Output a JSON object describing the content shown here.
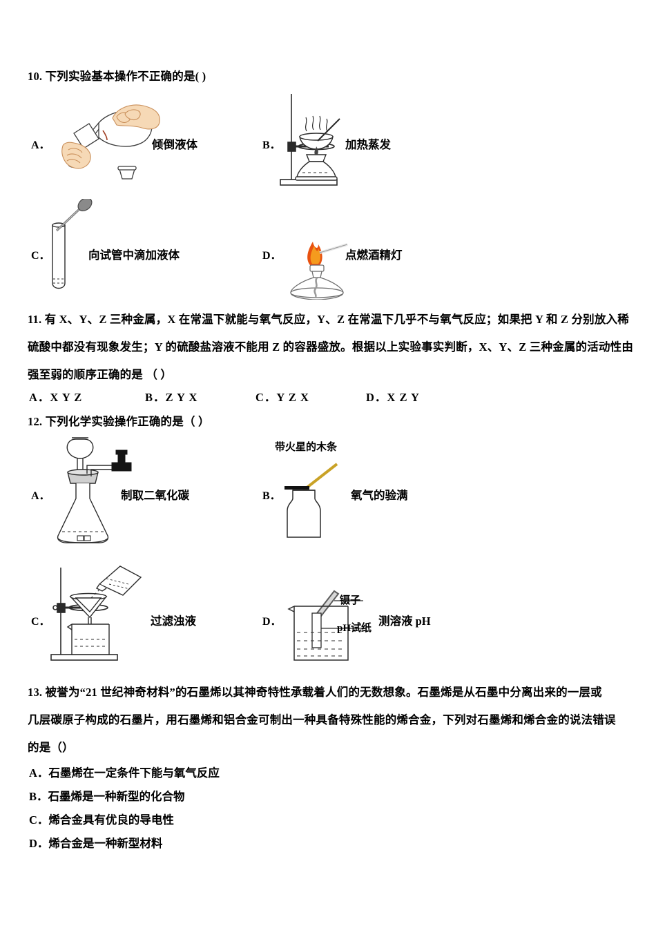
{
  "document": {
    "type": "chemistry-exam-page",
    "language": "zh-CN"
  },
  "questions": [
    {
      "number": "10.",
      "stem": "下列实验基本操作不正确的是(  )",
      "options": [
        {
          "letter": "A．",
          "caption": "倾倒液体",
          "figure": "pouring-liquid-from-bottle-to-test-tube"
        },
        {
          "letter": "B．",
          "caption": "加热蒸发",
          "figure": "evaporating-dish-on-ring-stand-with-alcohol-lamp"
        },
        {
          "letter": "C．",
          "caption": "向试管中滴加液体",
          "figure": "test-tube-with-dropper-inserted"
        },
        {
          "letter": "D．",
          "caption": "点燃酒精灯",
          "figure": "lighting-alcohol-lamp-with-match"
        }
      ]
    },
    {
      "number": "11.",
      "stem_lines": [
        "有 X、Y、Z 三种金属，X 在常温下就能与氧气反应，Y、Z 在常温下几乎不与氧气反应；如果把 Y 和 Z 分别放入稀",
        "硫酸中都没有现象发生；Y 的硫酸盐溶液不能用 Z 的容器盛放。根据以上实验事实判断，X、Y、Z 三种金属的活动性由",
        "强至弱的顺序正确的是 （ ）"
      ],
      "options": [
        {
          "letter": "A．",
          "text": "X Y Z"
        },
        {
          "letter": "B．",
          "text": "Z Y X"
        },
        {
          "letter": "C．",
          "text": "Y Z X"
        },
        {
          "letter": "D．",
          "text": "X Z Y"
        }
      ]
    },
    {
      "number": "12.",
      "stem": "下列化学实验操作正确的是（      ）",
      "options": [
        {
          "letter": "A．",
          "caption": "制取二氧化碳",
          "figure": "conical-flask-with-thistle-funnel-and-stopcock"
        },
        {
          "letter": "B．",
          "caption": "氧气的验满",
          "figure": "gas-jar-with-glowing-splint",
          "annotation": "带火星的木条"
        },
        {
          "letter": "C．",
          "caption": "过滤浊液",
          "figure": "filtration-funnel-on-ring-stand-with-beaker"
        },
        {
          "letter": "D．",
          "caption": "测溶液 pH",
          "figure": "tweezers-holding-ph-paper-in-beaker",
          "annotations": [
            "镊子",
            "pH试纸"
          ]
        }
      ]
    },
    {
      "number": "13.",
      "stem_lines": [
        "被誉为“21 世纪神奇材料”的石墨烯以其神奇特性承载着人们的无数想象。石墨烯是从石墨中分离出来的一层或",
        "几层碳原子构成的石墨片，用石墨烯和铝合金可制出一种具备特殊性能的烯合金，下列对石墨烯和烯合金的说法错误",
        "的是（）"
      ],
      "options": [
        {
          "letter": "A．",
          "text": "石墨烯在一定条件下能与氧气反应"
        },
        {
          "letter": "B．",
          "text": "石墨烯是一种新型的化合物"
        },
        {
          "letter": "C．",
          "text": "烯合金具有优良的导电性"
        },
        {
          "letter": "D．",
          "text": "烯合金是一种新型材料"
        }
      ]
    }
  ],
  "colors": {
    "text": "#000000",
    "page_background": "#ffffff",
    "skin": "#f6d9b6",
    "skin_shade": "#e8b98c",
    "flame_outer": "#e8510f",
    "flame_inner": "#f59b1e",
    "wood_splint": "#c9a227",
    "line_art": "#2b2b2b"
  }
}
